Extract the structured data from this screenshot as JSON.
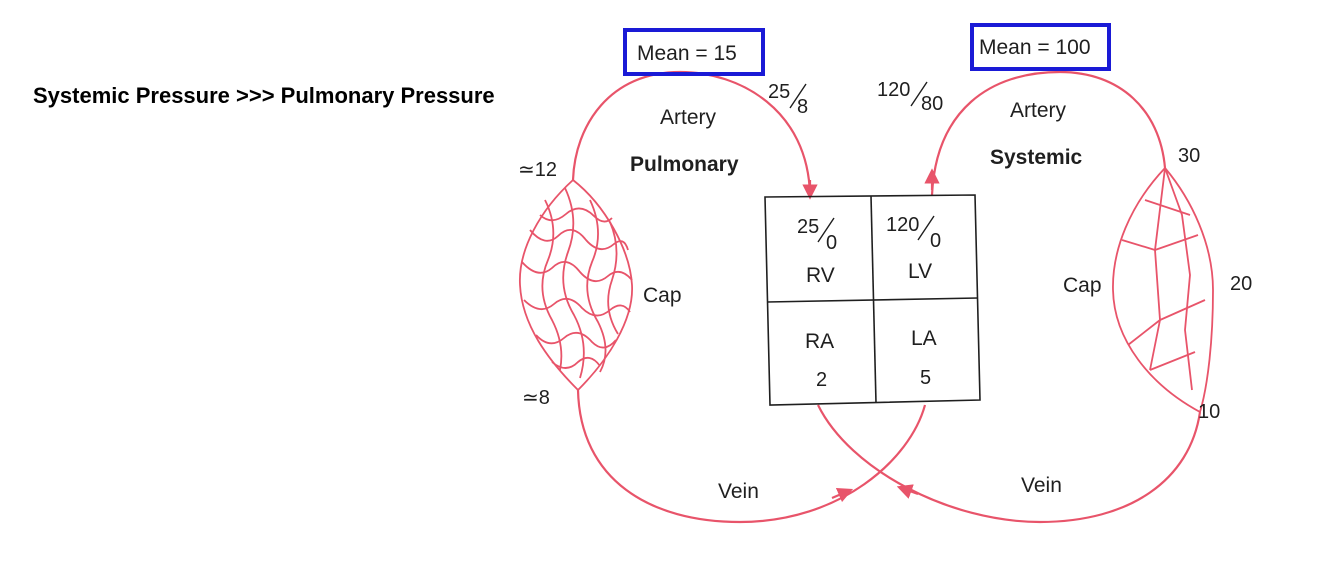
{
  "headline": "Systemic Pressure >>> Pulmonary Pressure",
  "colors": {
    "vessel": "#e8546a",
    "box": "#1a1ad6",
    "text": "#1f1f1f"
  },
  "pulmonary": {
    "mean": "Mean = 15",
    "artery": "Artery",
    "name": "Pulmonary",
    "artery_pressure_sys": "25",
    "artery_pressure_dia": "8",
    "cap": "Cap",
    "cap_arterial_end": "≃12",
    "cap_venous_end": "≃8",
    "vein": "Vein"
  },
  "systemic": {
    "mean": "Mean = 100",
    "artery": "Artery",
    "name": "Systemic",
    "artery_pressure_sys": "120",
    "artery_pressure_dia": "80",
    "cap": "Cap",
    "p_arteriole": "30",
    "p_cap": "20",
    "p_venule": "10",
    "vein": "Vein"
  },
  "heart": {
    "rv": {
      "label": "RV",
      "sys": "25",
      "dia": "0"
    },
    "lv": {
      "label": "LV",
      "sys": "120",
      "dia": "0"
    },
    "ra": {
      "label": "RA",
      "value": "2"
    },
    "la": {
      "label": "LA",
      "value": "5"
    }
  }
}
